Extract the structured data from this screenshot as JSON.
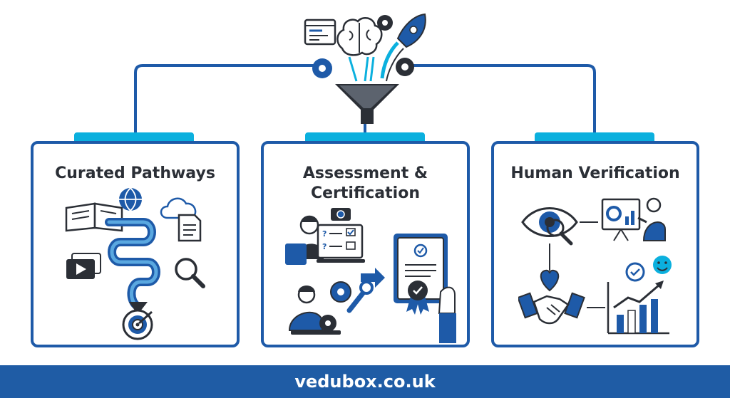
{
  "cards": [
    {
      "title": "Curated Pathways"
    },
    {
      "title_line1": "Assessment &",
      "title_line2": "Certification"
    },
    {
      "title": "Human Verification"
    }
  ],
  "footer": {
    "url": "vedubox.co.uk"
  },
  "icons": {
    "top": [
      "code-window-icon",
      "brain-icon",
      "gear-icon",
      "rocket-icon",
      "funnel-icon"
    ],
    "card1": [
      "open-book-icon",
      "globe-icon",
      "cloud-icon",
      "document-icon",
      "video-play-icon",
      "magnifier-icon",
      "winding-path-arrow-icon",
      "target-icon"
    ],
    "card2": [
      "person-at-computer-icon",
      "camera-icon",
      "quiz-checklist-icon",
      "arrow-right-icon",
      "certificate-icon",
      "ribbon-badge-icon",
      "technician-icon",
      "gear-icon",
      "wrench-icon"
    ],
    "card3": [
      "eye-icon",
      "presenter-icon",
      "heart-icon",
      "handshake-icon",
      "check-badge-icon",
      "smiley-icon",
      "growth-chart-icon"
    ]
  },
  "colors": {
    "primary": "#1e5aa8",
    "accent": "#0bb0de",
    "dark": "#2b2f36",
    "footer": "#1f5ca5"
  }
}
